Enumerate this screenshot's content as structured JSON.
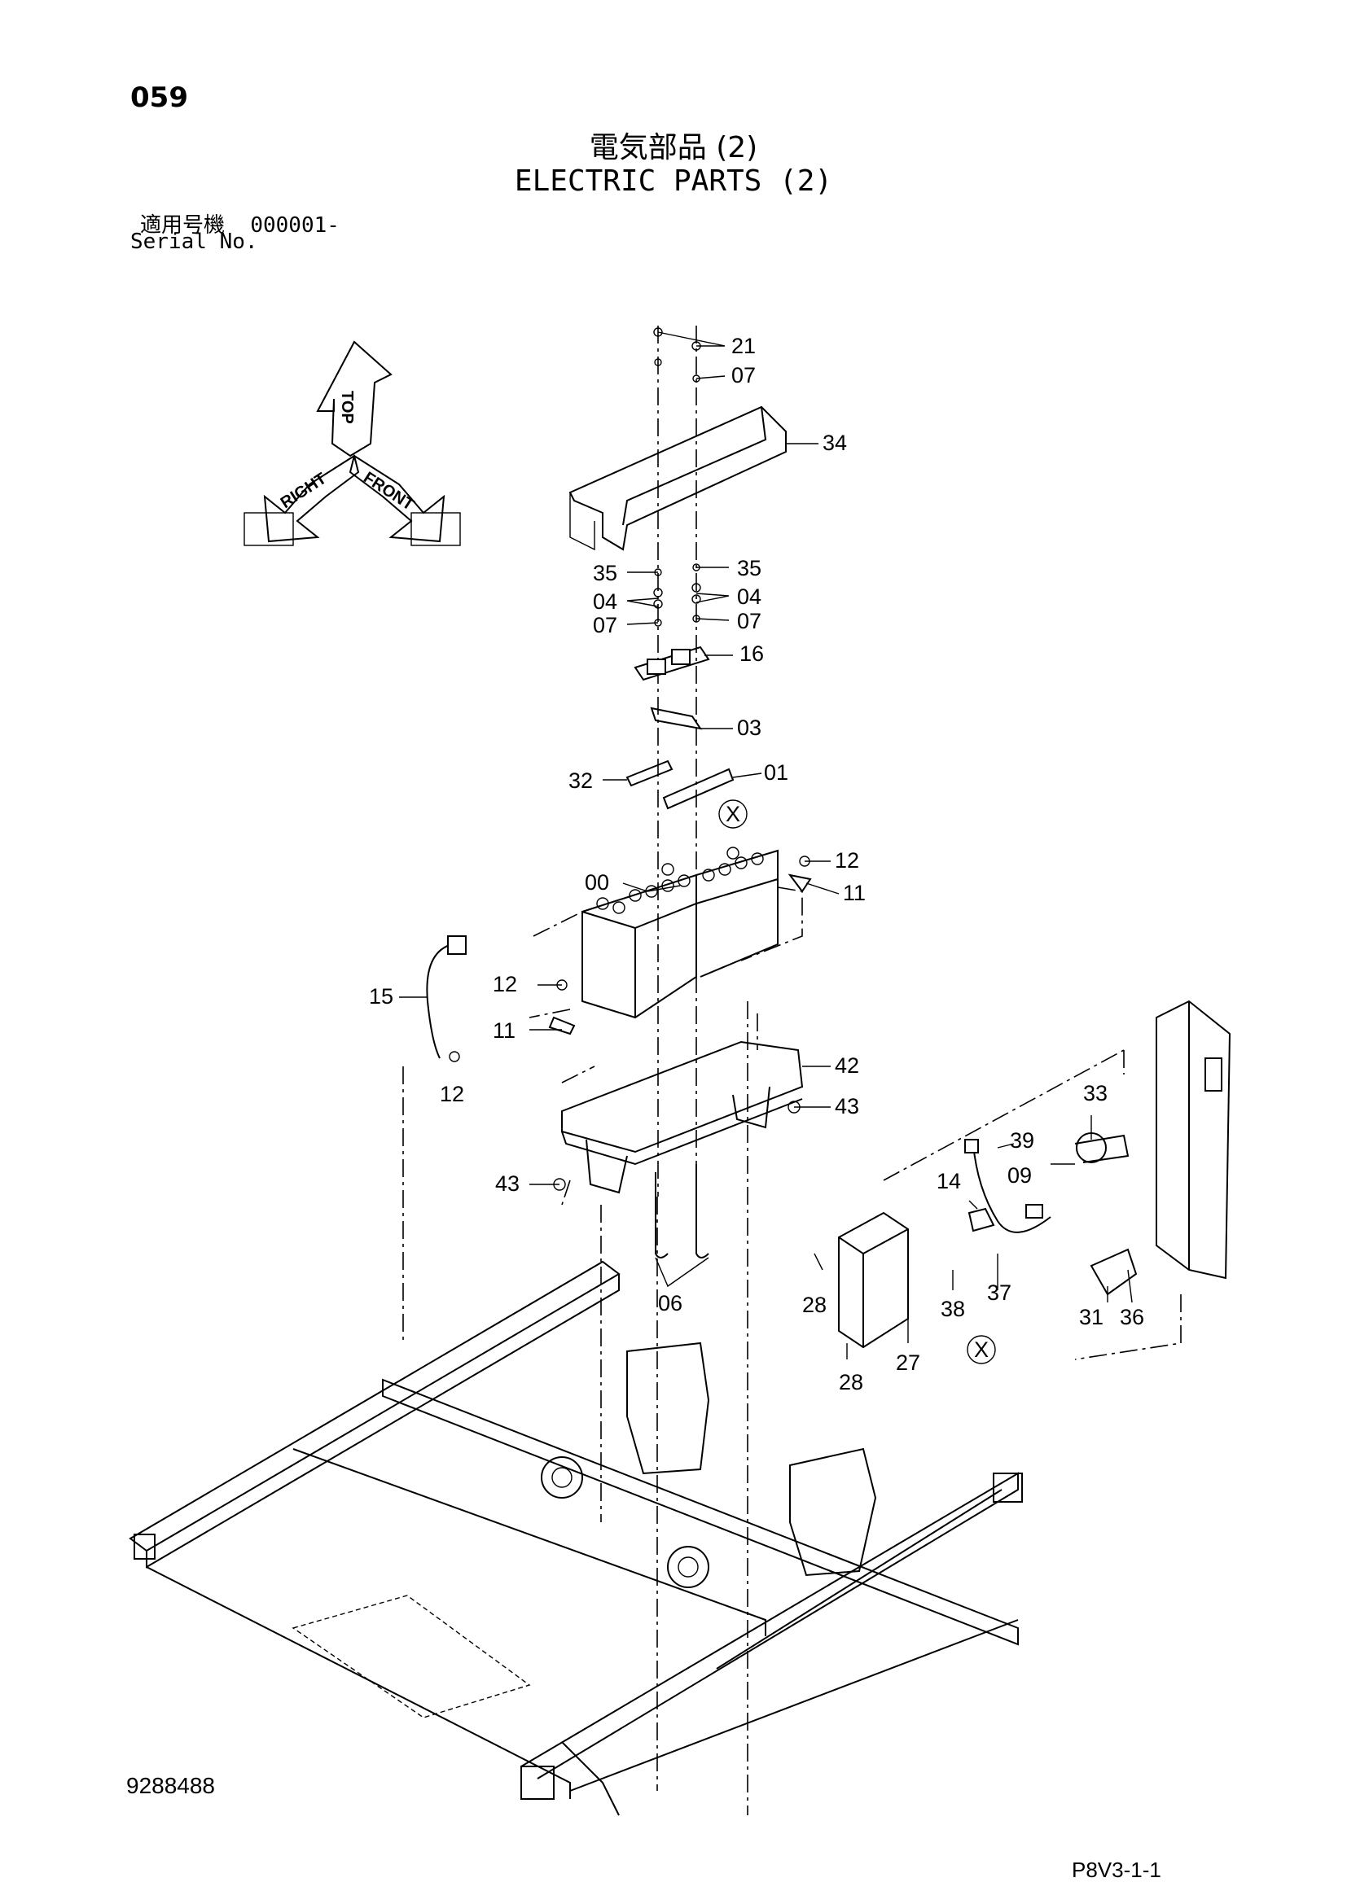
{
  "header": {
    "page_number": "059",
    "title_jp": "電気部品 (2)",
    "title_en": "ELECTRIC PARTS (2)",
    "serial_label_jp": "適用号機",
    "serial_value": "000001-",
    "serial_label_en": "Serial No."
  },
  "footer": {
    "drawing_number": "9288488",
    "sheet_code": "P8V3-1-1"
  },
  "orientation": {
    "top": "TOP",
    "right": "RIGHT",
    "front": "FRONT"
  },
  "callouts": {
    "c21": "21",
    "c07a": "07",
    "c34": "34",
    "c35l": "35",
    "c35r": "35",
    "c04l": "04",
    "c04r": "04",
    "c07l": "07",
    "c07r": "07",
    "c16": "16",
    "c03": "03",
    "c32": "32",
    "c01": "01",
    "cXtop": "X",
    "c12a": "12",
    "c11a": "11",
    "c00": "00",
    "c15": "15",
    "c12b": "12",
    "c11b": "11",
    "c12c": "12",
    "c42": "42",
    "c43a": "43",
    "c43b": "43",
    "c06": "06",
    "c33": "33",
    "c39": "39",
    "c09": "09",
    "c14": "14",
    "c28a": "28",
    "c37": "37",
    "c38": "38",
    "c31": "31",
    "c36": "36",
    "c27": "27",
    "c28b": "28",
    "cXbot": "X"
  }
}
